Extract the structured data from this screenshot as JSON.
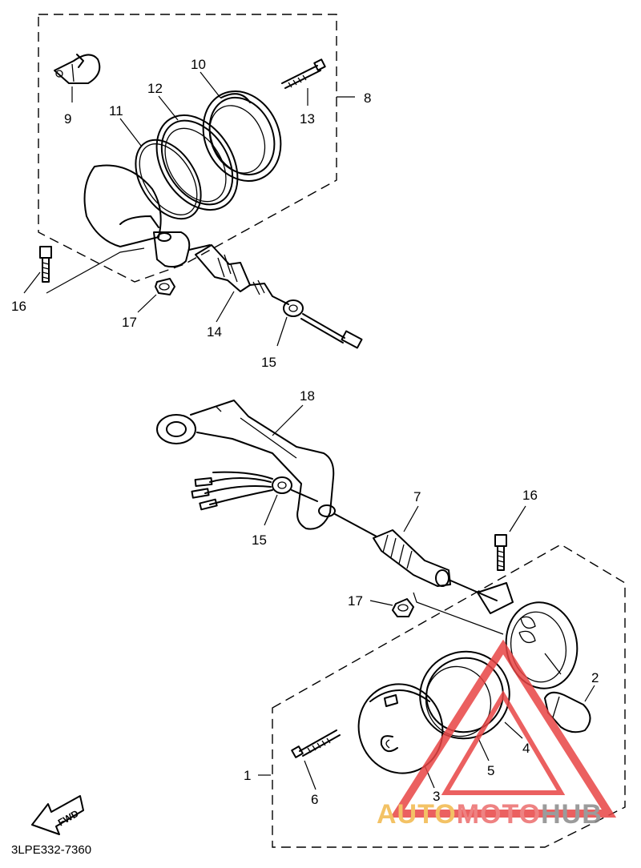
{
  "callouts": {
    "c1": "1",
    "c2": "2",
    "c3": "3",
    "c4": "4",
    "c5": "5",
    "c6": "6",
    "c7": "7",
    "c8": "8",
    "c9": "9",
    "c10": "10",
    "c11": "11",
    "c12": "12",
    "c13": "13",
    "c14": "14",
    "c15a": "15",
    "c15b": "15",
    "c16a": "16",
    "c16b": "16",
    "c17a": "17",
    "c17b": "17",
    "c18": "18"
  },
  "fwd_label": "FWD",
  "diagram_code": "3LPE332-7360",
  "watermark": {
    "auto": "AUTO",
    "moto": "MOTO",
    "hub": "HUB",
    "colors": {
      "auto": "#f2b84b",
      "moto": "#ec6d6d",
      "hub": "#8a8a8a",
      "triangle": "#e84545"
    }
  }
}
